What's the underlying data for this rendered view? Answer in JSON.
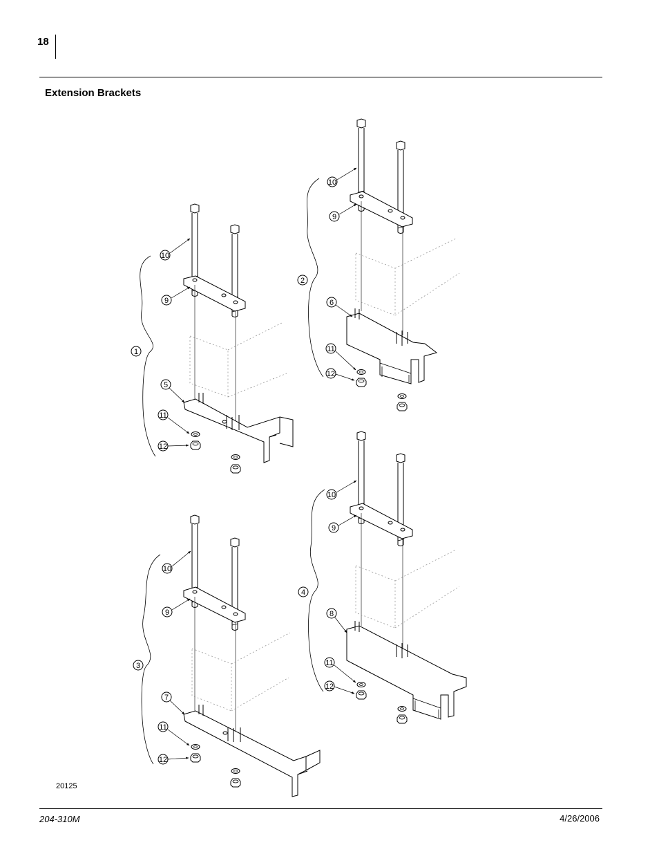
{
  "header": {
    "page_number": "18"
  },
  "section": {
    "title": "Extension Brackets"
  },
  "figure": {
    "id": "20125",
    "assemblies": [
      {
        "callout": "1",
        "parts": [
          "10",
          "9",
          "5",
          "11",
          "12"
        ]
      },
      {
        "callout": "2",
        "parts": [
          "10",
          "9",
          "6",
          "11",
          "12"
        ]
      },
      {
        "callout": "3",
        "parts": [
          "10",
          "9",
          "7",
          "11",
          "12"
        ]
      },
      {
        "callout": "4",
        "parts": [
          "10",
          "9",
          "8",
          "11",
          "12"
        ]
      }
    ]
  },
  "footer": {
    "doc_number": "204-310M",
    "date": "4/26/2006"
  }
}
